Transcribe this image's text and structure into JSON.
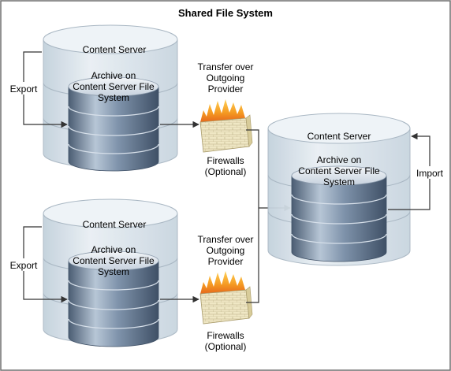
{
  "title": "Shared File System",
  "left_servers": [
    {
      "name": "Content Server",
      "archive_lines": [
        "Archive on",
        "Content Server File",
        "System"
      ],
      "action": "Export",
      "transfer_lines": [
        "Transfer over",
        "Outgoing",
        "Provider"
      ],
      "firewall_lines": [
        "Firewalls",
        "(Optional)"
      ]
    },
    {
      "name": "Content Server",
      "archive_lines": [
        "Archive on",
        "Content Server File",
        "System"
      ],
      "action": "Export",
      "transfer_lines": [
        "Transfer over",
        "Outgoing",
        "Provider"
      ],
      "firewall_lines": [
        "Firewalls",
        "(Optional)"
      ]
    }
  ],
  "right_server": {
    "name": "Content Server",
    "archive_lines": [
      "Archive on",
      "Content Server File",
      "System"
    ],
    "action": "Import"
  },
  "colors": {
    "frame": "#6e6e6e",
    "cylinder_fill": "#dfe8ef",
    "disk_dark": "#5c6f86",
    "disk_light": "#c9d5e2",
    "arrow": "#333333",
    "firewall_brick": "#efe7c4",
    "flame": "#f39a1f"
  }
}
